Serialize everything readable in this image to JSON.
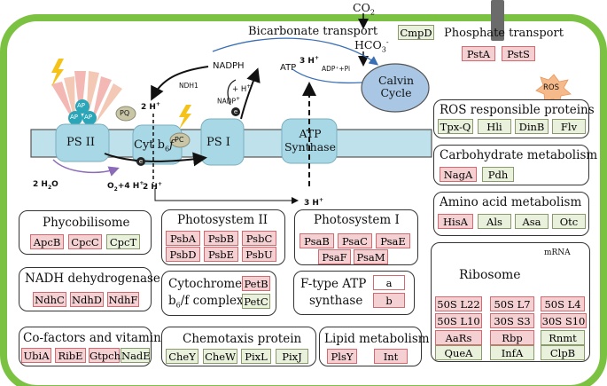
{
  "colors": {
    "cell_border": "#7cc242",
    "membrane": "#bfe1ec",
    "upregulated": "#f4d0d2",
    "downregulated": "#e9f0dc",
    "calvin_fill": "#a9c7e4",
    "ros_star": "#f6b98a"
  },
  "top": {
    "co2": "CO",
    "co2_sub": "2",
    "bicarbonate_transport": "Bicarbonate transport",
    "cmpd": "CmpD",
    "hco3": "HCO",
    "hco3_sub": "3",
    "hco3_sup": "-",
    "phosphate_transport": "Phosphate transport",
    "pstA": "PstA",
    "pstS": "PstS"
  },
  "calvin": {
    "line1": "Calvin",
    "line2": "Cycle"
  },
  "photo": {
    "ps2": "PS II",
    "ps1": "PS I",
    "cyt": "Cyt b",
    "cyt_f": "6",
    "cyt_f2": "f",
    "atp_synthase_1": "ATP",
    "atp_synthase_2": "Synthase",
    "pq": "PQ",
    "pc": "PC",
    "ap": "AP",
    "nadph": "NADPH",
    "ndh1": "NDH1",
    "nadp": "NADP",
    "nadp_sup": "+",
    "h_plus": "+ H",
    "h_plus_sup": "+",
    "atp": "ATP",
    "adp_pi": "ADP⁺+Pi",
    "two_h_1": "2 H",
    "two_h_2": "2 H",
    "three_h_top": "3 H",
    "three_h_bot": "3 H",
    "sup_plus": "+",
    "h2o": "2 H",
    "h2o_sub": "2",
    "h2o_o": "O",
    "o2": "O",
    "o2_sub": "2",
    "o2_rest": "+4 H",
    "e_minus": "e"
  },
  "ros": {
    "badge": "ROS",
    "title": "ROS responsible proteins",
    "items": [
      "Tpx-Q",
      "Hli",
      "DinB",
      "Flv"
    ]
  },
  "carb": {
    "title": "Carbohydrate metabolism",
    "items": [
      "NagA",
      "Pdh"
    ]
  },
  "amino": {
    "title": "Amino acid metabolism",
    "items": [
      "HisA",
      "Als",
      "Asa",
      "Otc"
    ]
  },
  "phyco": {
    "title": "Phycobilisome",
    "items": [
      "ApcB",
      "CpcC",
      "CpcT"
    ]
  },
  "ps2box": {
    "title": "Photosystem II",
    "items": [
      "PsbA",
      "PsbB",
      "PsbC",
      "PsbD",
      "PsbE",
      "PsbU"
    ]
  },
  "ps1box": {
    "title": "Photosystem I",
    "items": [
      "PsaB",
      "PsaC",
      "PsaE",
      "PsaF",
      "PsaM"
    ]
  },
  "ndh": {
    "title": "NADH dehydrogenase",
    "items": [
      "NdhC",
      "NdhD",
      "NdhF"
    ]
  },
  "cytbox": {
    "title1": "Cytochrome",
    "title2": "b",
    "title2_sub": "6",
    "title2_rest": "/f complex",
    "items": [
      "PetB",
      "PetC"
    ]
  },
  "ftype": {
    "title1": "F-type ATP",
    "title2": "synthase",
    "items": [
      "a",
      "b"
    ]
  },
  "cofactor": {
    "title": "Co-factors and vitamins",
    "items": [
      "UbiA",
      "RibE",
      "Gtpch",
      "NadE"
    ]
  },
  "chemo": {
    "title": "Chemotaxis protein",
    "items": [
      "CheY",
      "CheW",
      "PixL",
      "PixJ"
    ]
  },
  "lipid": {
    "title": "Lipid metabolism",
    "items": [
      "PlsY",
      "Int"
    ]
  },
  "ribosome": {
    "title": "Ribosome",
    "mrna": "mRNA",
    "items": [
      "50S L22",
      "50S L7",
      "50S L4",
      "50S L10",
      "30S S3",
      "30S S10",
      "AaRs",
      "Rbp",
      "Rnmt",
      "QueA",
      "InfA",
      "ClpB"
    ]
  }
}
